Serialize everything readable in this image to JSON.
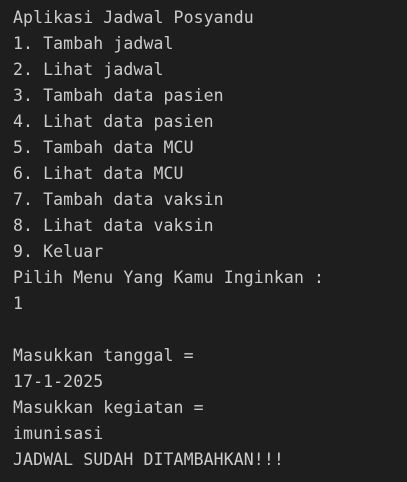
{
  "terminal": {
    "lines": [
      "Aplikasi Jadwal Posyandu",
      "1. Tambah jadwal",
      "2. Lihat jadwal",
      "3. Tambah data pasien",
      "4. Lihat data pasien",
      "5. Tambah data MCU",
      "6. Lihat data MCU",
      "7. Tambah data vaksin",
      "8. Lihat data vaksin",
      "9. Keluar",
      "Pilih Menu Yang Kamu Inginkan :",
      "1",
      "",
      "Masukkan tanggal =",
      "17-1-2025",
      "Masukkan kegiatan =",
      "imunisasi",
      "JADWAL SUDAH DITAMBAHKAN!!!"
    ]
  },
  "colors": {
    "background": "#1e1e1e",
    "text": "#cccccc"
  }
}
